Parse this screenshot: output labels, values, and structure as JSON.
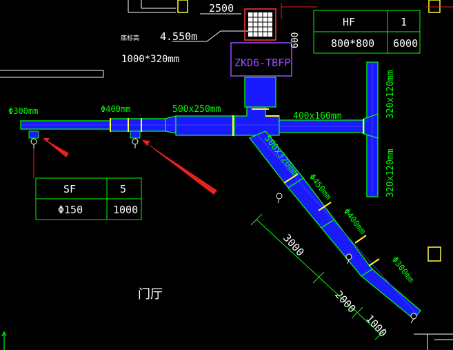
{
  "labels": {
    "dim_2500": "2500",
    "elev_small": "底标高",
    "elev": "4.550m",
    "duct_1000x320": "1000*320mm",
    "unit_name": "ZKD6-TBFP",
    "dim_600": "600",
    "phi300_left": "Φ300mm",
    "phi400_left": "Φ400mm",
    "duct_500x250": "500x250mm",
    "duct_400x160": "400x160mm",
    "duct_320x120_top": "320x120mm",
    "duct_320x120_bottom": "320x120mm",
    "duct_500x320": "500x320mm",
    "phi450": "Φ450mm",
    "phi400_right": "Φ400mm",
    "phi300_right": "Φ300mm",
    "dim_3000": "3000",
    "dim_2000": "2000",
    "dim_1000": "1000",
    "room_name": "门厅"
  },
  "hf_table": {
    "r1c1": "HF",
    "r1c2": "1",
    "r2c1": "800*800",
    "r2c2": "6000"
  },
  "sf_table": {
    "r1c1": "SF",
    "r1c2": "5",
    "r2c1": "Φ150",
    "r2c2": "1000"
  },
  "colors": {
    "background": "#000000",
    "duct_outline": "#00ff00",
    "duct_fill": "#1a1aff",
    "text_green": "#00ff00",
    "text_white": "#ffffff",
    "annotation_red": "#e8211c",
    "unit_magenta": "#9a4dff",
    "yellow_marker": "#ffff33"
  }
}
